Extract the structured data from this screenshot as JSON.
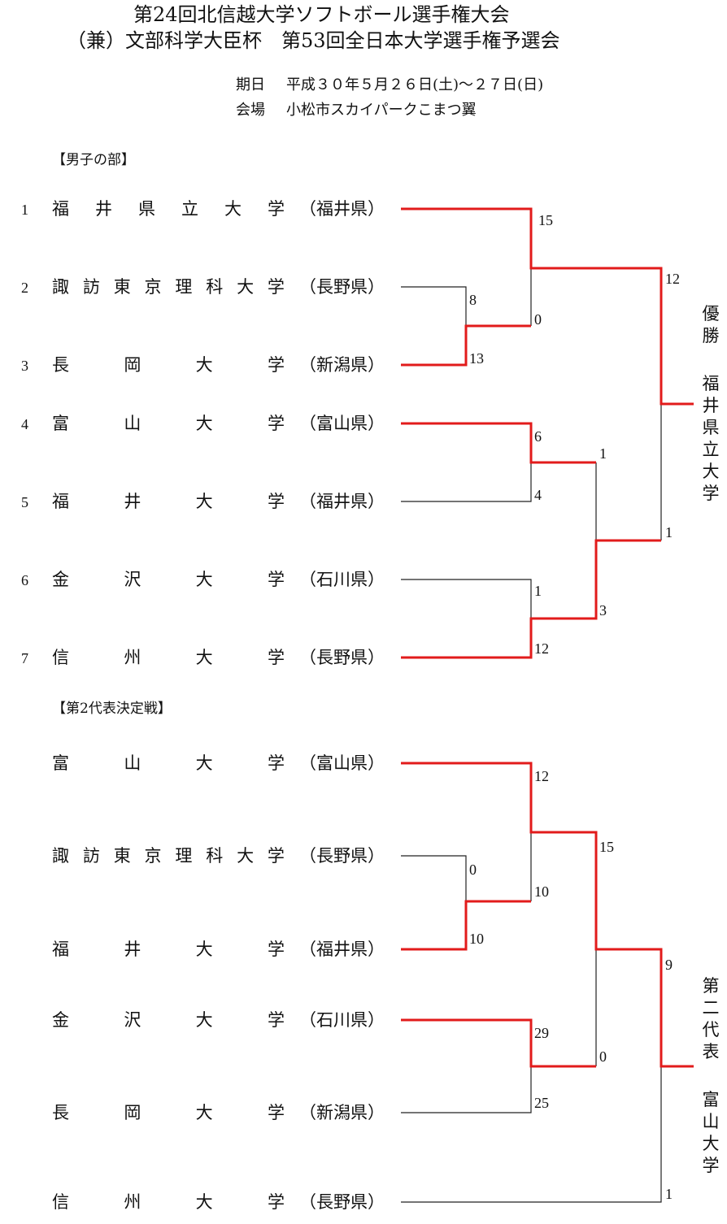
{
  "header": {
    "title1": "第24回北信越大学ソフトボール選手権大会",
    "title2": "（兼）文部科学大臣杯　第53回全日本大学選手権予選会",
    "date_label": "期日",
    "date_value": "平成３０年５月２６日(土)～２７日(日)",
    "venue_label": "会場",
    "venue_value": "小松市スカイパークこまつ翼"
  },
  "section1": {
    "title": "【男子の部】",
    "teams": [
      {
        "no": "1",
        "name": "福井県立大学",
        "pref": "（福井県）"
      },
      {
        "no": "2",
        "name": "諏訪東京理科大学",
        "pref": "（長野県）"
      },
      {
        "no": "3",
        "name": "長岡大学",
        "pref": "（新潟県）"
      },
      {
        "no": "4",
        "name": "富山大学",
        "pref": "（富山県）"
      },
      {
        "no": "5",
        "name": "福井大学",
        "pref": "（福井県）"
      },
      {
        "no": "6",
        "name": "金沢大学",
        "pref": "（石川県）"
      },
      {
        "no": "7",
        "name": "信州大学",
        "pref": "（長野県）"
      }
    ],
    "scores": [
      "15",
      "12",
      "8",
      "0",
      "13",
      "6",
      "1",
      "4",
      "1",
      "1",
      "3",
      "12"
    ],
    "winner_label": [
      "優",
      "勝"
    ],
    "winner_name": [
      "福",
      "井",
      "県",
      "立",
      "大",
      "学"
    ]
  },
  "section2": {
    "title": "【第2代表決定戦】",
    "teams": [
      {
        "name": "富山大学",
        "pref": "（富山県）"
      },
      {
        "name": "諏訪東京理科大学",
        "pref": "（長野県）"
      },
      {
        "name": "福井大学",
        "pref": "（福井県）"
      },
      {
        "name": "金沢大学",
        "pref": "（石川県）"
      },
      {
        "name": "長岡大学",
        "pref": "（新潟県）"
      },
      {
        "name": "信州大学",
        "pref": "（長野県）"
      }
    ],
    "scores": [
      "12",
      "15",
      "0",
      "10",
      "10",
      "9",
      "29",
      "0",
      "25",
      "1"
    ],
    "winner_label": [
      "第",
      "二",
      "代",
      "表"
    ],
    "winner_name": [
      "富",
      "山",
      "大",
      "学"
    ]
  }
}
